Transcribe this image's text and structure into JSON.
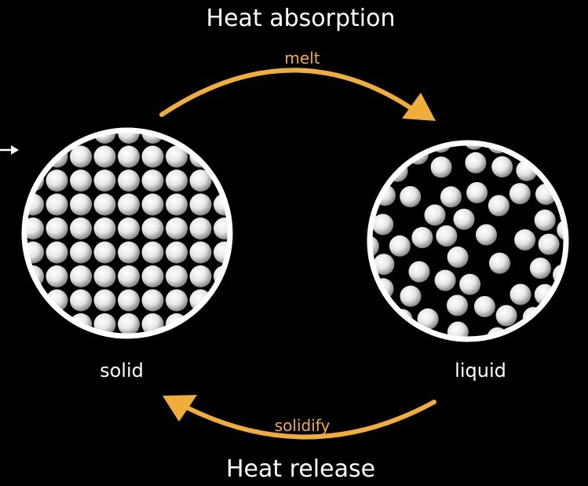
{
  "titles": {
    "top": "Heat absorption",
    "bottom": "Heat release"
  },
  "states": {
    "solid": "solid",
    "liquid": "liquid"
  },
  "transitions": {
    "melt": "melt",
    "solidify": "solidify"
  },
  "colors": {
    "background": "#000000",
    "arrow": "#f0ad37",
    "circle_border": "#ffffff",
    "particle": "#e8e8e8"
  },
  "icons": {
    "entry_arrow": "right-arrow-icon"
  }
}
